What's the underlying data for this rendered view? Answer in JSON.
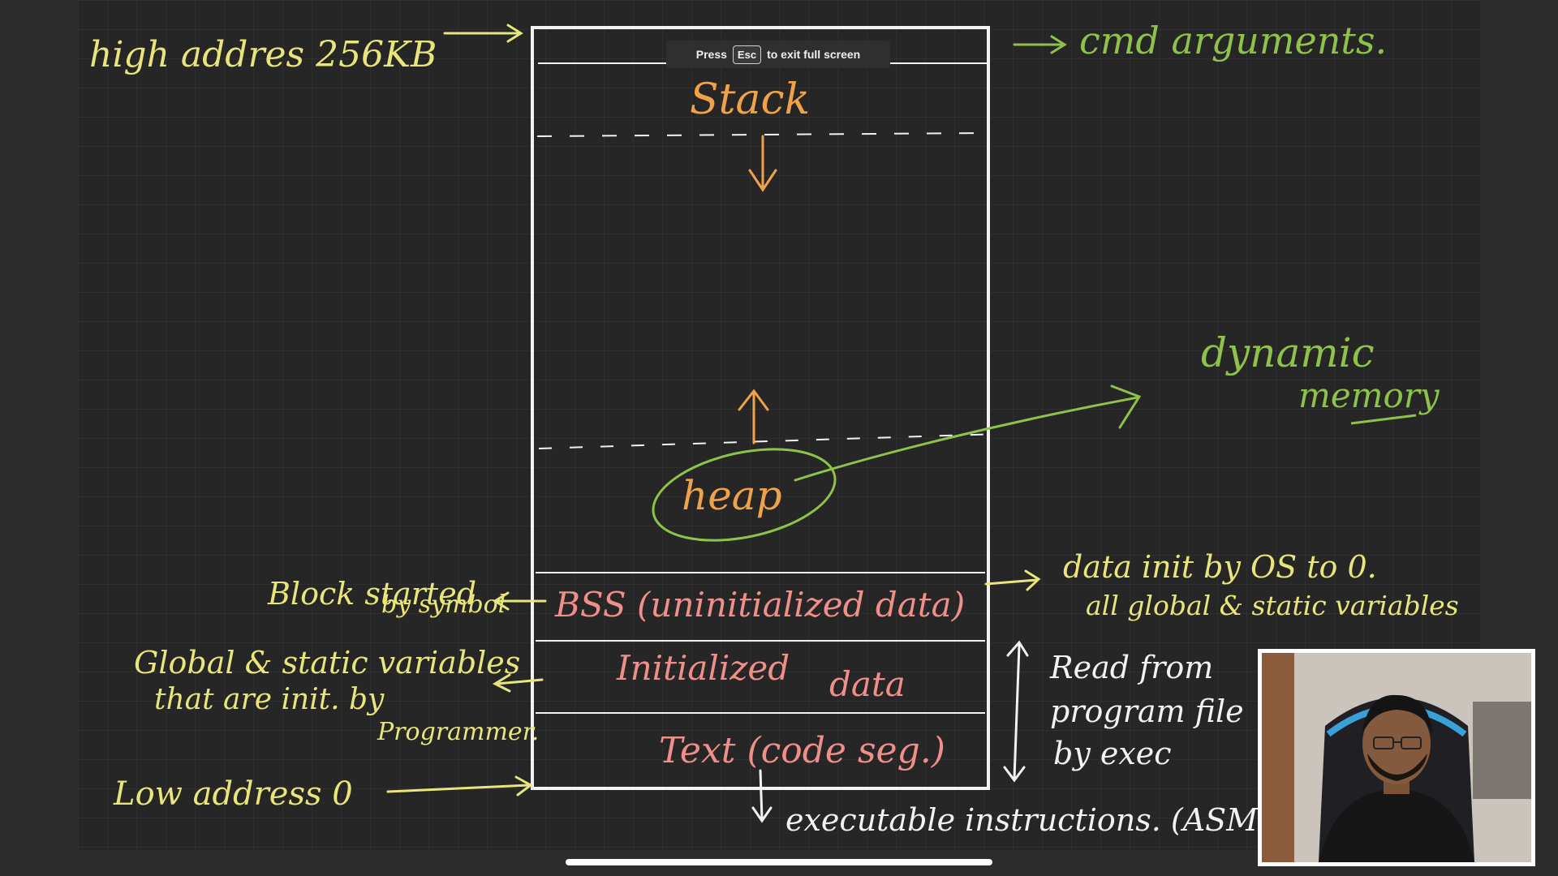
{
  "fullscreen_notice": {
    "prefix": "Press",
    "key": "Esc",
    "suffix": "to exit full screen"
  },
  "memory_layout": {
    "segments": {
      "stack": "Stack",
      "heap": "heap",
      "bss": "BSS (uninitialized data)",
      "initialized_data_word1": "Initialized",
      "initialized_data_word2": "data",
      "text": "Text (code seg.)"
    },
    "left_notes": {
      "high_address": "high addres 256KB",
      "bss_line1": "Block started",
      "bss_line2": "by symbol",
      "init_line1": "Global & static variables",
      "init_line2": "that are init. by",
      "init_line3": "Programmer.",
      "low_address": "Low address 0"
    },
    "right_notes": {
      "cmd_args": "cmd arguments.",
      "dynamic": "dynamic",
      "memory": "memory",
      "bss_line1": "data init by OS to 0.",
      "bss_line2": "all global & static variables",
      "read_line1": "Read from",
      "read_line2": "program file",
      "read_line3": "by exec",
      "executable": "executable instructions. (ASM"
    }
  },
  "colors": {
    "yellow_ink": "#e8e57a",
    "green_ink": "#8fc24a",
    "orange_ink": "#f0a24a",
    "pink_ink": "#ee8f8a",
    "white_ink": "#f2f2f2"
  },
  "webcam": {
    "label": "presenter-webcam"
  }
}
